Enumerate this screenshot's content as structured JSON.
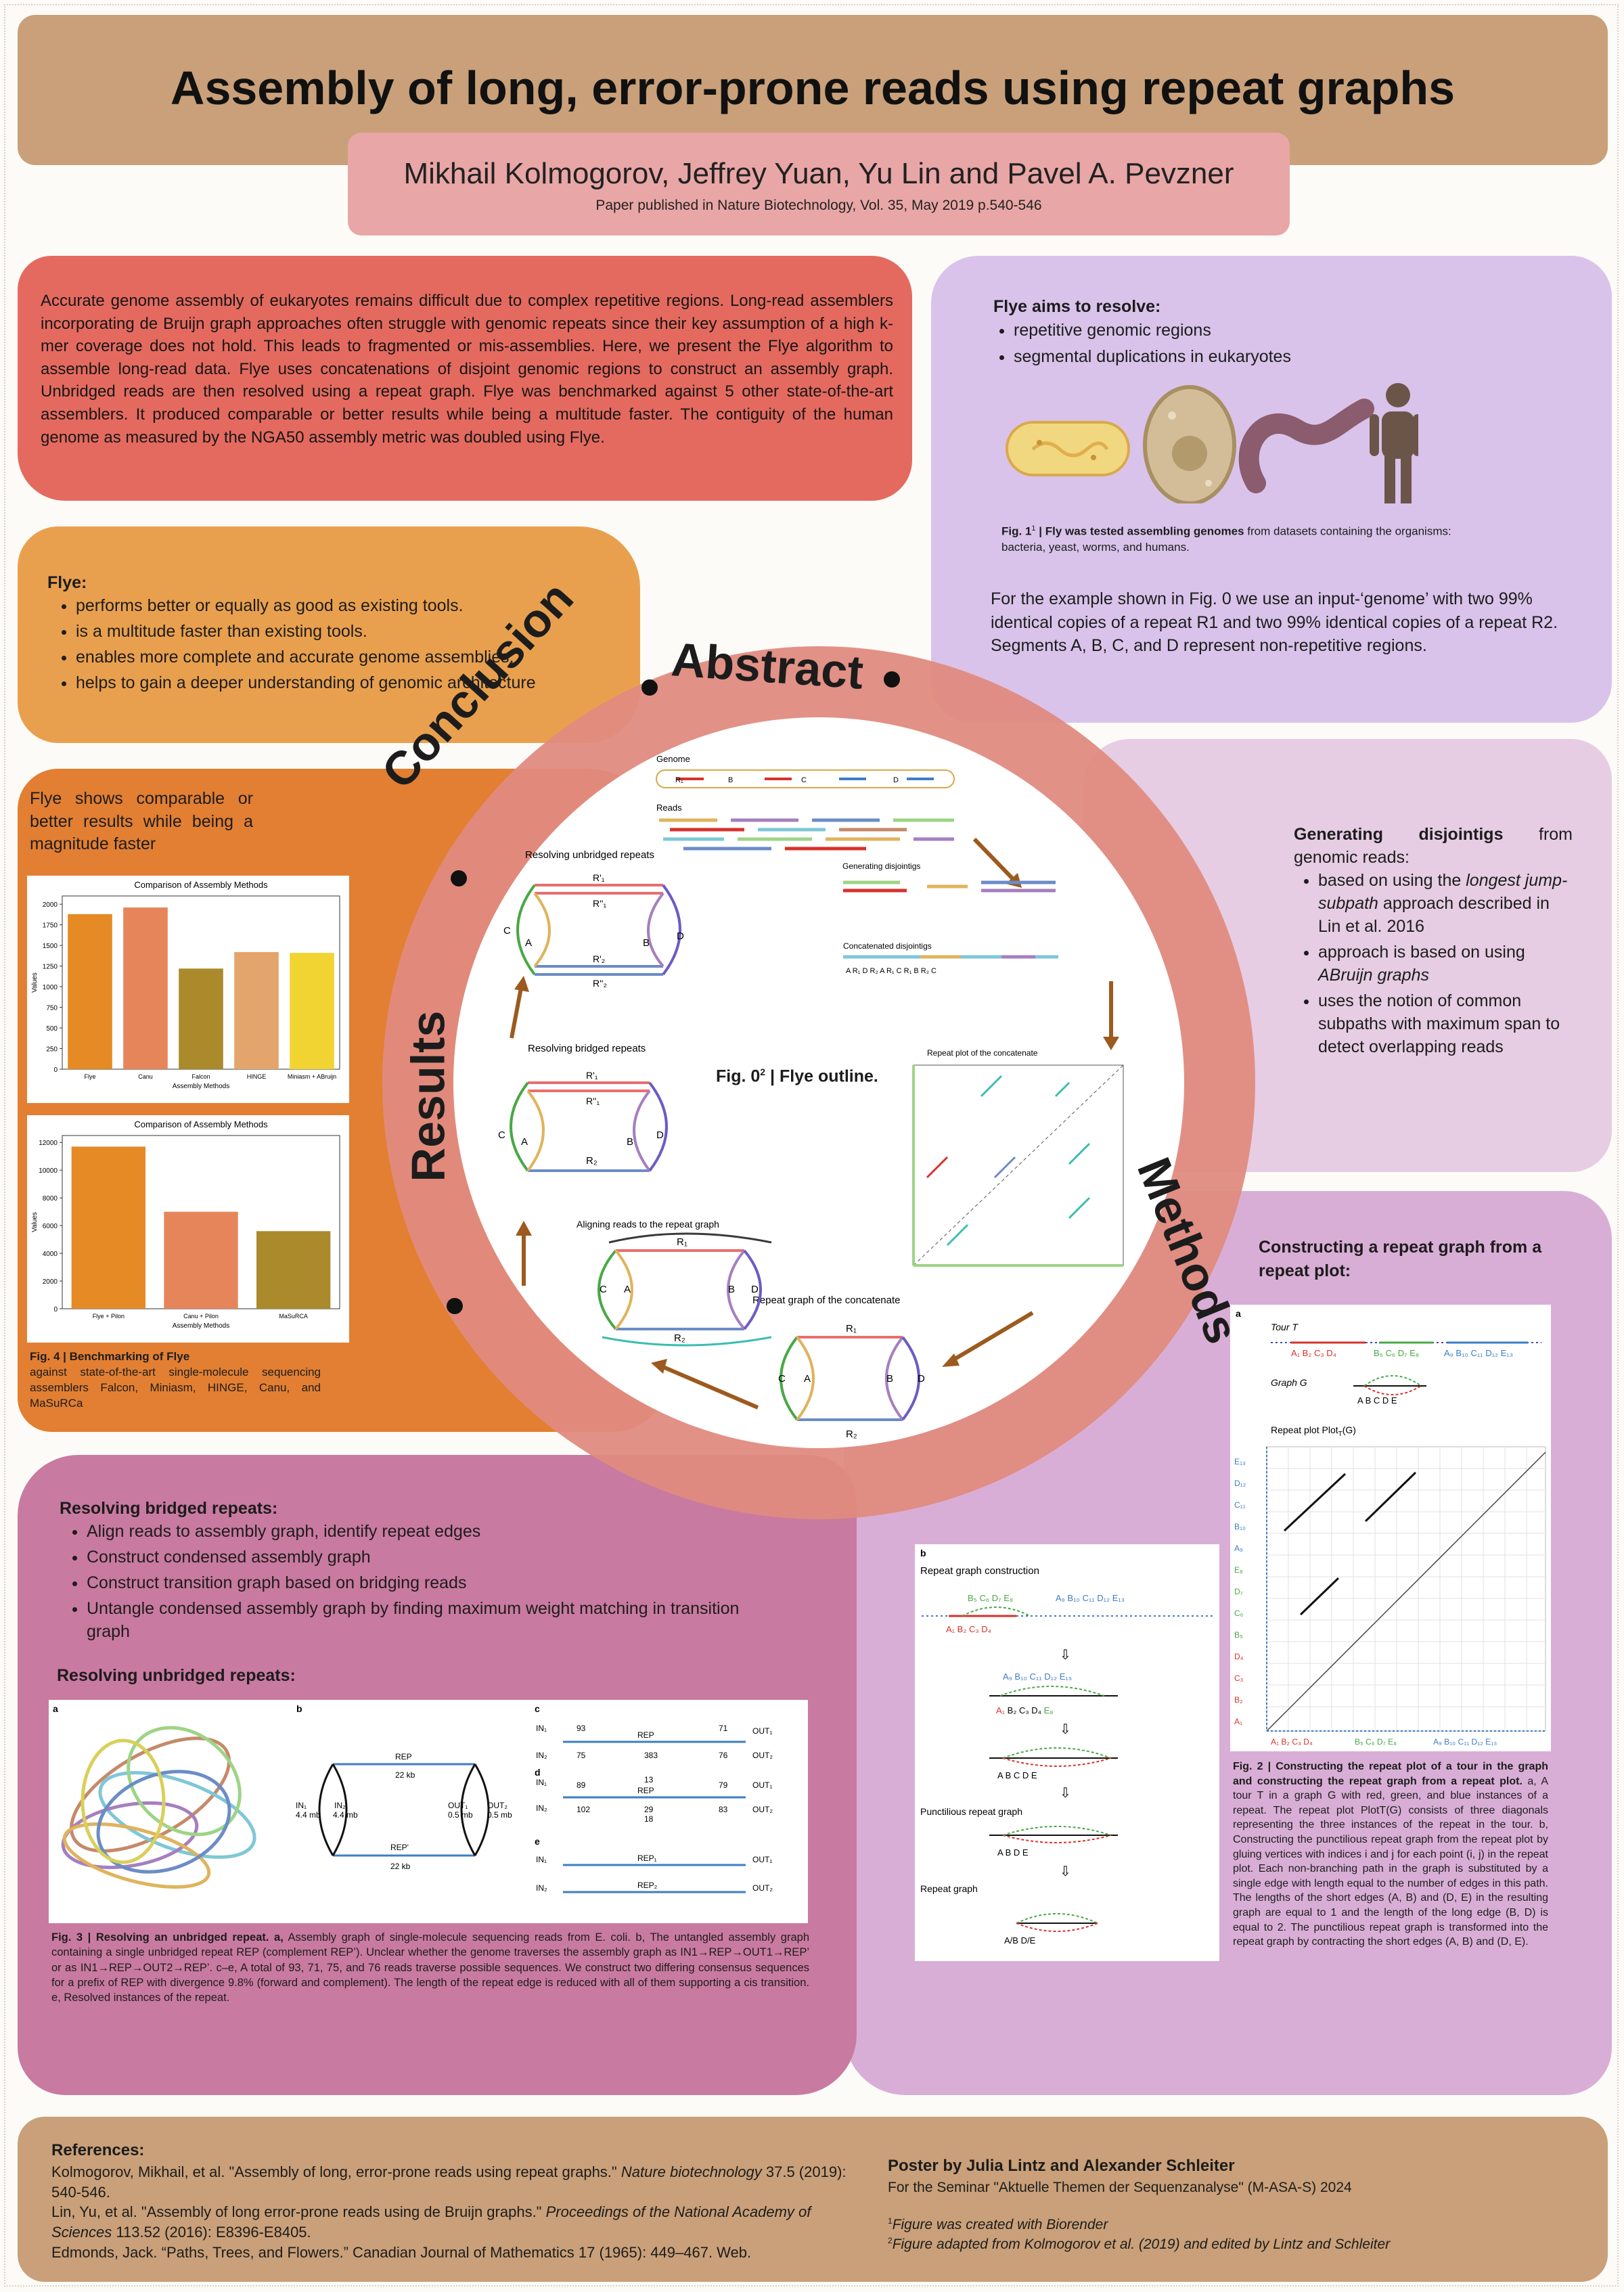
{
  "title": "Assembly of long, error-prone reads using repeat graphs",
  "authors": "Mikhail Kolmogorov, Jeffrey Yuan, Yu Lin and Pavel A. Pevzner",
  "publication": "Paper published in Nature Biotechnology, Vol. 35, May 2019 p.540-546",
  "abstract_text": "Accurate genome assembly of eukaryotes remains difficult due to complex repetitive regions. Long-read assemblers incorporating de Bruijn graph approaches often struggle with genomic repeats since their key assumption of a high k-mer coverage does not hold. This leads to fragmented or mis-assemblies. Here, we present the Flye algorithm to assemble long-read data. Flye uses concatenations of disjoint genomic regions to construct an assembly graph. Unbridged reads are then resolved using a repeat graph. Flye was benchmarked against 5 other state-of-the-art assemblers. It produced comparable or better results while being a multitude faster. The contiguity of the human genome as measured by the NGA50 assembly metric was doubled using Flye.",
  "conclusion": {
    "heading": "Flye:",
    "items": [
      "performs better or equally as good as existing tools.",
      "is a multitude faster than existing tools.",
      "enables more complete and accurate genome assemblies.",
      "helps to gain a deeper understanding of genomic architecture"
    ]
  },
  "aims": {
    "heading": "Flye aims to resolve:",
    "items": [
      "repetitive genomic regions",
      "segmental duplications in eukaryotes"
    ],
    "fig1_label": "Fig. 1",
    "fig1_sup": "1",
    "fig1_bold": " | Fly was tested assembling genomes",
    "fig1_rest": " from datasets containing the organisms: bacteria, yeast, worms, and humans.",
    "example_text": "For the example shown in Fig. 0 we use an input-‘genome’ with two 99% identical copies of a repeat R1 and two 99% identical copies of a repeat R2. Segments A, B, C, and D represent non-repetitive regions."
  },
  "results": {
    "intro": "Flye shows comparable or better results while being a magnitude faster",
    "fig4_title": "Fig. 4 | Benchmarking of Flye",
    "fig4_text": "against state-of-the-art single-molecule sequencing assemblers Falcon, Miniasm, HINGE, Canu, and MaSuRCa"
  },
  "disjointigs": {
    "heading_bold": "Generating disjointigs",
    "heading_rest": " from genomic reads:",
    "item1_pre": "based on using the ",
    "item1_em": "longest jump-subpath",
    "item1_post": " approach described in Lin et al. 2016",
    "item2_pre": "approach is based on using ",
    "item2_em": "ABruijn graphs",
    "item3": "uses the notion of common subpaths with maximum span to detect overlapping reads"
  },
  "ring_labels": {
    "abstract": "Abstract",
    "conclusion": "Conclusion",
    "results": "Results",
    "methods": "Methods"
  },
  "outline": {
    "label": "Fig. 0",
    "sup": "2",
    "rest": " |  Flye outline.",
    "genome": "Genome",
    "reads": "Reads",
    "gen_disjointigs": "Generating disjointigs",
    "concat_disjointigs": "Concatenated disjointigs",
    "repeat_plot": "Repeat plot of the concatenate",
    "repeat_graph": "Repeat graph of the concatenate",
    "aligning": "Aligning reads to the repeat graph",
    "bridged": "Resolving bridged repeats",
    "unbridged": "Resolving unbridged repeats"
  },
  "repeat_plot_section": {
    "heading": "Constructing a repeat graph from a repeat plot:",
    "tour": "Tour T",
    "graph": "Graph G",
    "plot_title": "Repeat plot Plot",
    "b_title": "Repeat graph construction",
    "punctilious": "Punctilious repeat graph",
    "repeat_graph": "Repeat graph",
    "fig2_bold": "Fig. 2 | Constructing the repeat plot of a tour in the graph and constructing the repeat graph from a repeat plot.",
    "fig2_text": " a, A tour T in a graph G with red, green, and blue instances of a repeat. The repeat plot PlotT(G) consists of three diagonals representing the three instances of the repeat in the tour. b, Constructing the punctilious repeat graph from the repeat plot by gluing vertices with indices i and j for each point (i, j) in the repeat plot. Each non-branching path in the graph is substituted by a single edge with length equal to the number of edges in this path. The lengths of the short edges (A, B) and (D, E) in the resulting graph are equal to 1 and the length of the long edge (B, D) is equal to 2. The punctilious repeat graph is transformed into the repeat graph by contracting the short edges (A, B) and (D, E)."
  },
  "resolving": {
    "heading": "Resolving bridged repeats:",
    "items": [
      "Align reads to assembly graph, identify repeat edges",
      "Construct condensed assembly graph",
      "Construct transition graph based on bridging reads",
      "Untangle condensed assembly graph by finding maximum weight matching in transition graph"
    ],
    "unbridged_heading": "Resolving unbridged repeats:",
    "fig3_bold": "Fig. 3 | Resolving an unbridged repeat. a,",
    "fig3_text": " Assembly graph of single-molecule sequencing reads from E. coli. b, The untangled assembly graph containing a single unbridged repeat REP (complement REP’). Unclear whether the genome traverses the assembly graph as IN1→REP→OUT1→REP’ or as IN1→REP→OUT2→REP’. c–e, A total of 93, 71, 75, and 76 reads traverse possible sequences. We construct two differing consensus sequences for a prefix of REP with divergence 9.8% (forward and complement). The length of the repeat edge is reduced with all of them supporting a cis transition. e, Resolved instances of the repeat."
  },
  "references": {
    "heading": "References:",
    "r1_pre": "Kolmogorov, Mikhail, et al. \"Assembly of long, error-prone reads using repeat graphs.\" ",
    "r1_em": "Nature biotechnology",
    "r1_post": " 37.5 (2019): 540-546.",
    "r2_pre": "Lin, Yu, et al. \"Assembly of long error-prone reads using de Bruijn graphs.\" ",
    "r2_em": "Proceedings of the National Academy of Sciences",
    "r2_post": " 113.52 (2016): E8396-E8405.",
    "r3": "Edmonds, Jack. “Paths, Trees, and Flowers.” Canadian Journal of Mathematics 17 (1965): 449–467. Web."
  },
  "footer": {
    "poster_by": "Poster by Julia Lintz and Alexander Schleiter",
    "seminar": "For the Seminar \"Aktuelle Themen der Sequenzanalyse\" (M-ASA-S) 2024",
    "fn1_sup": "1",
    "fn1": "Figure was created with Biorender",
    "fn2_sup": "2",
    "fn2": "Figure adapted from Kolmogorov et al. (2019) and edited by Lintz and Schleiter"
  },
  "colors": {
    "header_bg": "#c9a079",
    "authors_bg": "#e9a6a6",
    "abstract_bg": "#e46a5f",
    "conclusion_bg": "#e9a04e",
    "results_bg": "#e27f32",
    "aims_bg": "#d9c3ea",
    "methods_bg": "#d9aed6",
    "resolving_bg": "#c97aa0",
    "ring": "#e08b80"
  },
  "chart_data": [
    {
      "type": "bar",
      "title": "Comparison of Assembly Methods",
      "xlabel": "Assembly Methods",
      "ylabel": "Values",
      "categories": [
        "Flye",
        "Canu",
        "Falcon",
        "HINGE",
        "Miniasm + ABruijn"
      ],
      "values": [
        1880,
        1960,
        1220,
        1420,
        1410
      ],
      "colors": [
        "#e58a25",
        "#e6855a",
        "#ab8a2c",
        "#e3a56b",
        "#f1d431"
      ],
      "ylim": [
        0,
        2100
      ],
      "yticks": [
        0,
        250,
        500,
        750,
        1000,
        1250,
        1500,
        1750,
        2000
      ]
    },
    {
      "type": "bar",
      "title": "Comparison of Assembly Methods",
      "xlabel": "Assembly Methods",
      "ylabel": "Values",
      "categories": [
        "Flye + Pilon",
        "Canu + Pilon",
        "MaSuRCA"
      ],
      "values": [
        11700,
        7000,
        5600
      ],
      "colors": [
        "#e58a25",
        "#e6855a",
        "#ab8a2c"
      ],
      "ylim": [
        0,
        12500
      ],
      "yticks": [
        0,
        2000,
        4000,
        6000,
        8000,
        10000,
        12000
      ]
    }
  ]
}
